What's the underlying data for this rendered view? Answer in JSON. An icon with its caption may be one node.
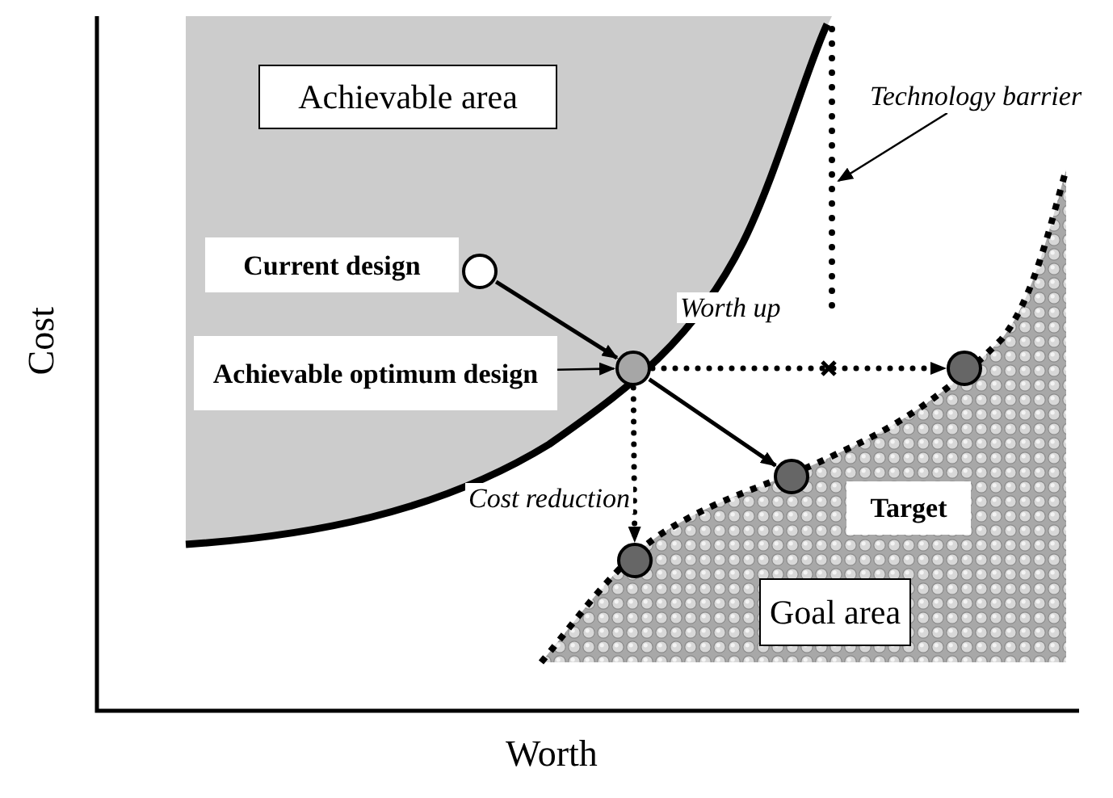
{
  "diagram": {
    "nodes": [
      {
        "text": [
          "Achievable area"
        ]
      },
      {
        "text": [],
        "shape": "circle",
        "beside": [
          "Current design"
        ]
      },
      {
        "text": [
          "Achievable optimum design"
        ]
      },
      {
        "text": [],
        "shape": "circle"
      },
      {
        "text": [],
        "shape": "circle",
        "beside": [
          "Target"
        ]
      },
      {
        "text": [],
        "shape": "circle"
      },
      {
        "text": [],
        "shape": "circle"
      },
      {
        "text": [
          "Goal area"
        ]
      },
      {
        "text": [
          "Technology barrier"
        ]
      }
    ],
    "edges": [
      {
        "from": 1,
        "to": 3,
        "arrow": "to"
      },
      {
        "from": 2,
        "to": 3,
        "arrow": "to"
      },
      {
        "from": 3,
        "to": 4,
        "arrow": "to"
      },
      {
        "from": 3,
        "to": 6,
        "arrow": "to",
        "style": "dashed",
        "label": "Worth up"
      },
      {
        "from": 3,
        "to": 5,
        "arrow": "to",
        "style": "dashed",
        "label": "Cost reduction"
      },
      {
        "from": 8,
        "to": null,
        "arrow": "to"
      }
    ],
    "labels": [
      "Cost",
      "Worth"
    ]
  }
}
